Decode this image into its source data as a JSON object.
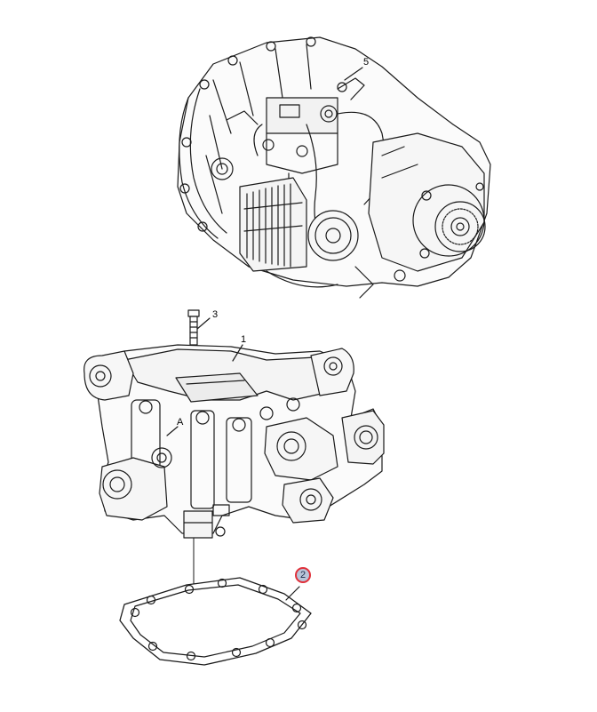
{
  "callouts": {
    "c1": "1",
    "c2": "2",
    "c3": "3",
    "c5": "5",
    "cA": "A"
  },
  "highlight_color": "#e0303a",
  "highlight_fill": "#b8c4d8"
}
